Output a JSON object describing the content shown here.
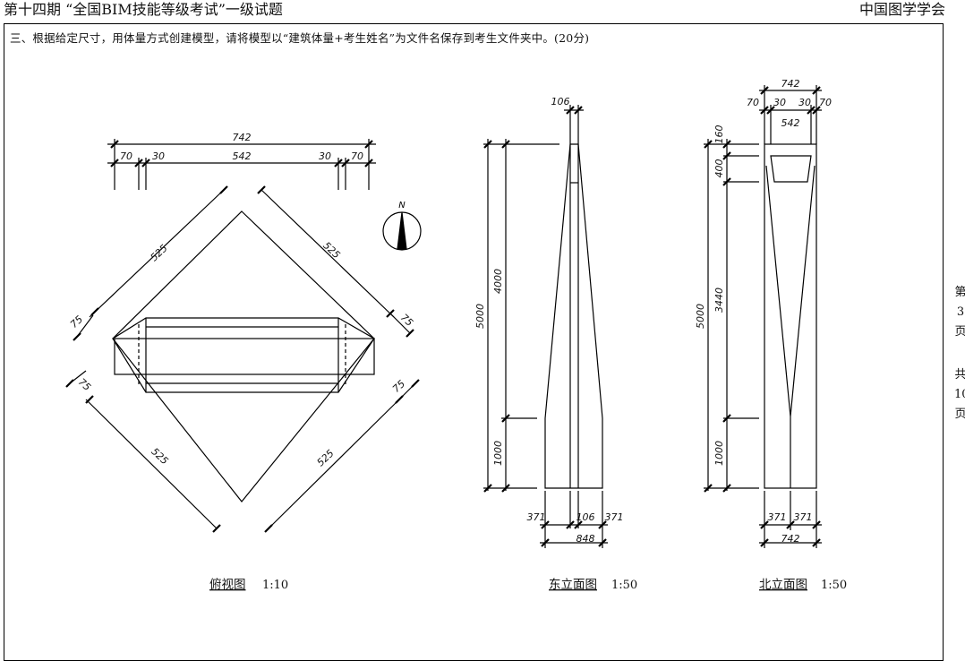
{
  "header": {
    "title": "第十四期 “全国BIM技能等级考试”一级试题",
    "organization": "中国图学学会"
  },
  "question": "三、根据给定尺寸，用体量方式创建模型，请将模型以“建筑体量+考生姓名”为文件名保存到考生文件夹中。(20分)",
  "page_side": {
    "line1": "第",
    "line2": "3",
    "line3": "页",
    "line4": "共",
    "line5": "10",
    "line6": "页"
  },
  "plan_view": {
    "caption": "俯视图",
    "scale": "1:10",
    "north_label": "N",
    "dims": {
      "overall": "742",
      "left_outer": "70",
      "left_inner": "30",
      "middle": "542",
      "right_inner": "30",
      "right_outer": "70",
      "diag_top_left": "525",
      "diag_top_right": "525",
      "diag_bottom_left": "525",
      "diag_bottom_right": "525",
      "offset_left_upper": "75",
      "offset_right_upper": "75",
      "offset_left_lower": "75",
      "offset_right_lower": "75"
    }
  },
  "east_view": {
    "caption": "东立面图",
    "scale": "1:50",
    "dims": {
      "top_width": "106",
      "total_height": "5000",
      "upper_height": "4000",
      "lower_height": "1000",
      "bottom_left": "371",
      "bottom_mid": "106",
      "bottom_right": "371",
      "bottom_total": "848"
    }
  },
  "north_view": {
    "caption": "北立面图",
    "scale": "1:50",
    "dims": {
      "top_total": "742",
      "top_left_outer": "70",
      "top_left_inner": "30",
      "top_middle": "542",
      "top_right_inner": "30",
      "top_right_outer": "70",
      "seg_160": "160",
      "seg_400": "400",
      "total_height": "5000",
      "mid_height": "3440",
      "lower_height": "1000",
      "bottom_left": "371",
      "bottom_right": "371",
      "bottom_total": "742"
    }
  }
}
